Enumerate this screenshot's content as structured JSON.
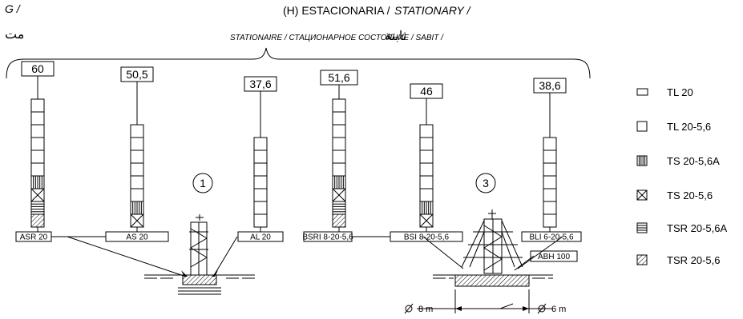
{
  "header": {
    "corner_line1": "G /",
    "corner_line2": "مت",
    "title_prefix": "(H) ESTACIONARIA / ",
    "title_italic": "STATIONARY /",
    "subtitle": "STATIONAIRE / СТАЦИОНАРНОЕ СОСТОЯНИЕ / SABIT /",
    "subtitle_arabic": "ثابتة"
  },
  "configurations": [
    {
      "height": "60",
      "base": "ASR 20",
      "pattern": [
        "e",
        "e",
        "e",
        "e",
        "e",
        "e",
        "v",
        "x",
        "h",
        "d"
      ]
    },
    {
      "height": "50,5",
      "base": "AS 20",
      "pattern": [
        "e",
        "e",
        "e",
        "e",
        "e",
        "e",
        "v",
        "x"
      ]
    },
    {
      "height": "37,6",
      "base": "AL 20",
      "pattern": [
        "e",
        "e",
        "e",
        "e",
        "e",
        "e",
        "e"
      ]
    },
    {
      "height": "51,6",
      "base": "BSRI 8-20-5,6",
      "pattern": [
        "e",
        "e",
        "e",
        "e",
        "e",
        "e",
        "v",
        "x",
        "h",
        "d"
      ]
    },
    {
      "height": "46",
      "base": "BSI 8-20-5,6",
      "pattern": [
        "e",
        "e",
        "e",
        "e",
        "e",
        "e",
        "v",
        "x"
      ]
    },
    {
      "height": "38,6",
      "base": "BLI 6-20-5,6",
      "pattern": [
        "e",
        "e",
        "e",
        "e",
        "e",
        "e",
        "e"
      ]
    }
  ],
  "circles": [
    "1",
    "3"
  ],
  "abh_label": "ABH 100",
  "dimensions": {
    "left": "8 m",
    "right": "6 m"
  },
  "legend": [
    {
      "icon": "small-rect-icon",
      "label": "TL 20"
    },
    {
      "icon": "square-icon",
      "label": "TL 20-5,6"
    },
    {
      "icon": "vertical-lines-icon",
      "label": "TS 20-5,6A"
    },
    {
      "icon": "x-box-icon",
      "label": "TS 20-5,6"
    },
    {
      "icon": "horizontal-lines-icon",
      "label": "TSR 20-5,6A"
    },
    {
      "icon": "hatched-box-icon",
      "label": "TSR 20-5,6"
    }
  ]
}
